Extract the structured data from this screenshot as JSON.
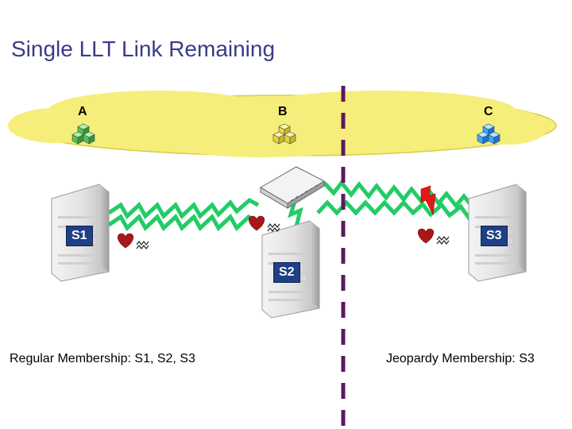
{
  "title": "Single LLT Link Remaining",
  "groups": {
    "a": "A",
    "b": "B",
    "c": "C"
  },
  "servers": {
    "s1": "S1",
    "s2": "S2",
    "s3": "S3"
  },
  "captions": {
    "regular": "Regular Membership: S1, S2, S3",
    "jeopardy": "Jeopardy Membership: S3"
  },
  "colors": {
    "title": "#3a3a8c",
    "cloud": "#f6ee7a",
    "link": "#22cc66",
    "partition": "#5a1a60",
    "heartbeat": "#a81818",
    "lightning": "#e41818",
    "server_label": "#1f3f86"
  },
  "icons": [
    "cube-group-icon",
    "switch-icon",
    "server-icon",
    "heart-icon",
    "heartbeat-wave-icon",
    "lightning-icon"
  ]
}
